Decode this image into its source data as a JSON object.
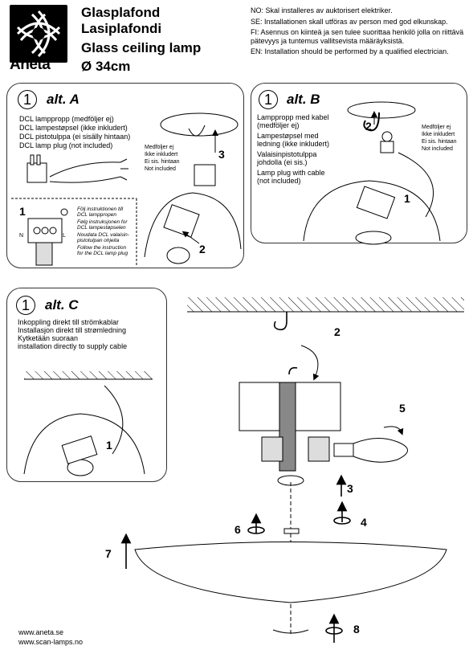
{
  "brand": {
    "name": "Aneta"
  },
  "header": {
    "title_lines": [
      "Glasplafond",
      "Lasiplafondi",
      "Glass ceiling lamp",
      "Ø 34cm"
    ],
    "warnings": [
      "NO: Skal installeres av auktorisert elektriker.",
      "SE: Installationen skall utföras av person med god elkunskap.",
      "FI:   Asennus on kiinteä ja sen tulee suorittaa henkilö jolla on riittävä pätevyys ja tuntemus vallitsevista määräyksistä.",
      "EN: Installation should be performed by a qualified electrician."
    ]
  },
  "alt_a": {
    "number": "1",
    "label": "alt. A",
    "lines": [
      "DCL lamppropp (medföljer ej)",
      "DCL lampestøpsel (ikke inkludert)",
      "DCL pistotulppa (ei sisälly hintaan)",
      "DCL lamp plug (not included)"
    ],
    "callout": [
      "Medföljer ej",
      "Ikke inkludert",
      "Ei sis. hintaan",
      "Not included"
    ],
    "instructions": [
      "Följ instruktionen till",
      "DCL lamppropen",
      "Følg instruksjonen for",
      "DCL lampestøpselen",
      "Noudata DCL valaisin-",
      "pistotulpan ohjeita",
      "Follow the instruction",
      "for the DCL lamp plug"
    ],
    "inset_number": "1",
    "terminal_n": "N",
    "terminal_l": "L",
    "step_3": "3",
    "step_2": "2"
  },
  "alt_b": {
    "number": "1",
    "label": "alt. B",
    "lines": [
      "Lamppropp med kabel",
      "(medföljer ej)",
      "Lampestøpsel med",
      "ledning (ikke inkludert)",
      "Valaisinpistotulppa",
      "johdolla (ei sis.)",
      "Lamp plug with cable",
      "(not included)"
    ],
    "callout": [
      "Medföljer ej",
      "Ikke inkludert",
      "Ei sis. hintaan",
      "Not included"
    ],
    "step_2": "2",
    "step_1": "1"
  },
  "alt_c": {
    "number": "1",
    "label": "alt. C",
    "lines": [
      "Inkoppling direkt till strömkablar",
      "Installasjon direkt till strømledning",
      "Kytketään suoraan",
      "installation directly to supply cable"
    ],
    "step_1": "1"
  },
  "steps": {
    "s2": "2",
    "s3": "3",
    "s4": "4",
    "s5": "5",
    "s6": "6",
    "s7": "7",
    "s8": "8"
  },
  "footer": {
    "urls": [
      "www.aneta.se",
      "www.scan-lamps.no"
    ]
  }
}
